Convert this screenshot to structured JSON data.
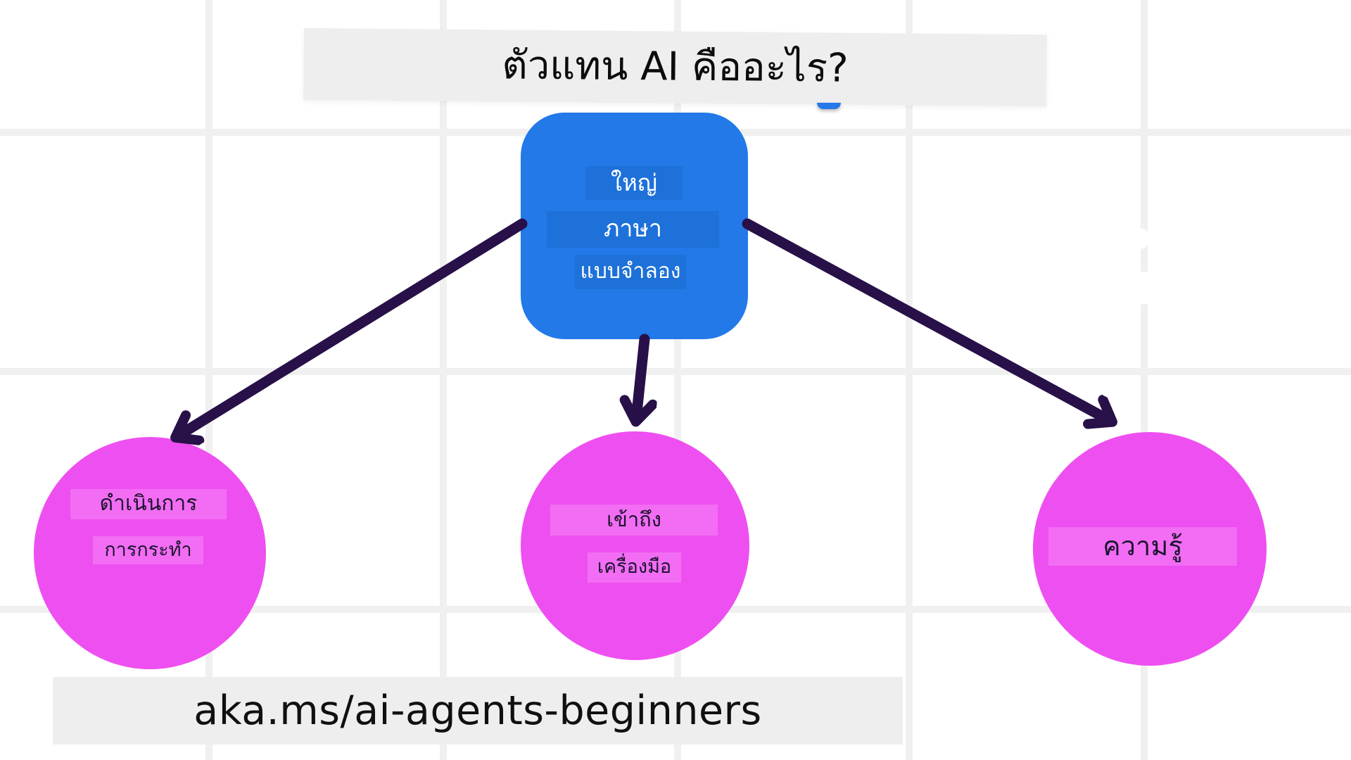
{
  "title": {
    "text": "ตัวแทน AI คืออะไร?"
  },
  "llm_box": {
    "lines": [
      "ใหญ่",
      "ภาษา",
      "แบบจำลอง"
    ],
    "fill": "#2379e8",
    "band_fill": "#1d71d9",
    "text_color": "#ffffff"
  },
  "circles": [
    {
      "lines": [
        "ดำเนินการ",
        "การกระทำ"
      ]
    },
    {
      "lines": [
        "เข้าถึง",
        "เครื่องมือ"
      ]
    },
    {
      "lines": [
        "ความรู้"
      ]
    }
  ],
  "circle_style": {
    "fill": "#ee4ff0",
    "band_fill": "#f26df3",
    "text_color": "#1c1430"
  },
  "arrows": {
    "color": "#281048"
  },
  "footer": {
    "text": "aka.ms/ai-agents-beginners"
  },
  "background": {
    "canvas": "#ffffff",
    "grid_line": "#f0f0f0",
    "banner_fill": "#eeeeee",
    "title_text_color": "#0c0c0c"
  }
}
